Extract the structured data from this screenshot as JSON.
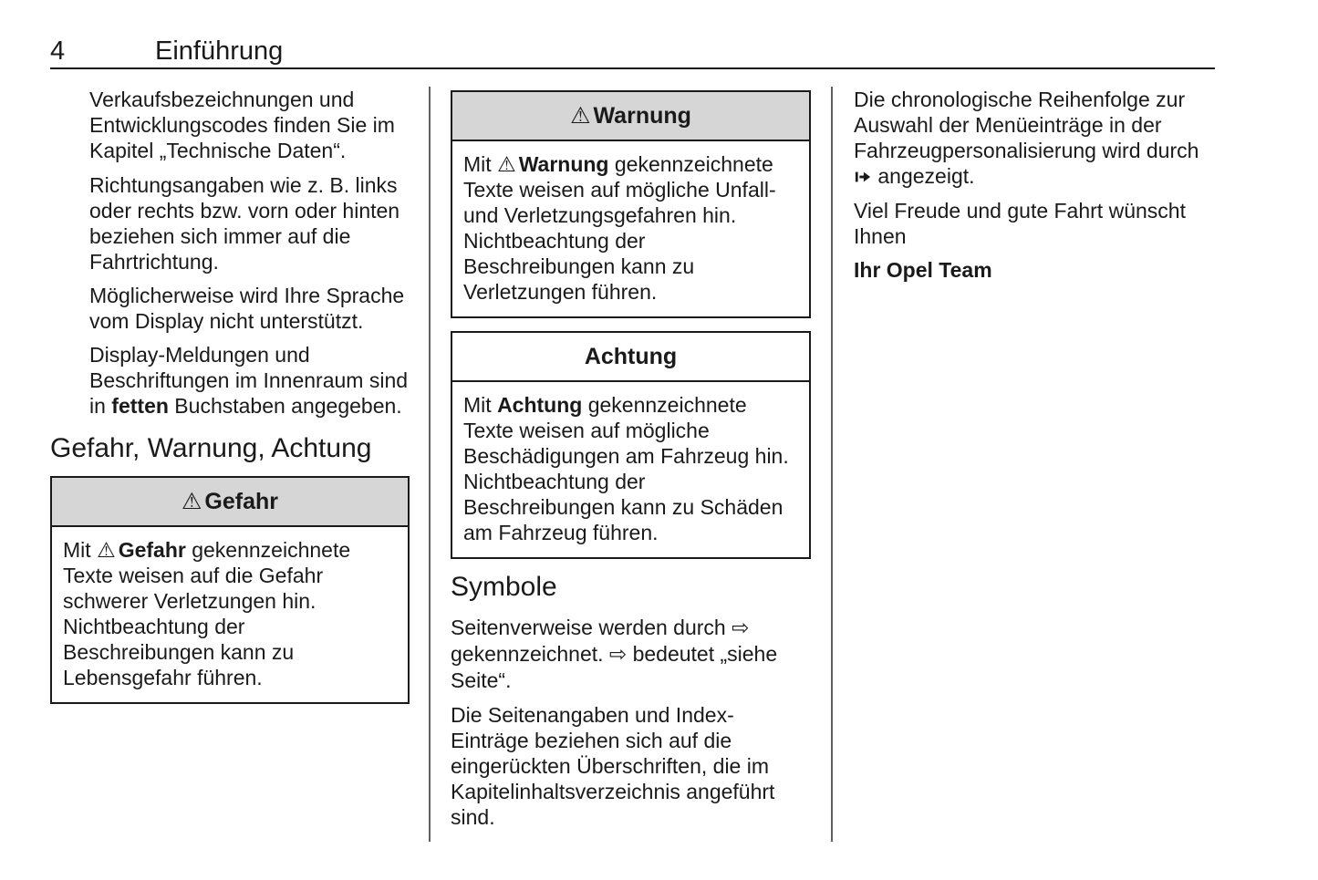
{
  "page_header": {
    "page_number": "4",
    "chapter_title": "Einführung"
  },
  "symbols": {
    "warning_triangle": "⚠",
    "page_ref_arrow": "⇨"
  },
  "column1": {
    "intro_paragraph": "Verkaufsbezeichnungen und Entwicklungscodes finden Sie im Kapitel „Technische Daten“.",
    "bullets": {
      "item1": "Richtungsangaben wie z. B. links oder rechts bzw. vorn oder hinten beziehen sich immer auf die Fahrtrichtung.",
      "item2": "Möglicherweise wird Ihre Sprache vom Display nicht unterstützt.",
      "item3_prefix": "Display-Meldungen und Beschriftungen im Innenraum sind in ",
      "item3_bold": "fetten",
      "item3_suffix": " Buchstaben angegeben."
    },
    "section_heading": "Gefahr, Warnung, Achtung",
    "danger_box": {
      "title": "Gefahr",
      "body_prefix": "Mit ",
      "body_keyword": "Gefahr",
      "body_suffix": " gekennzeichnete Texte weisen auf die Gefahr schwerer Verletzungen hin. Nichtbeachtung der Beschreibungen kann zu Lebensgefahr führen."
    }
  },
  "column2": {
    "warning_box": {
      "title": "Warnung",
      "body_prefix": "Mit ",
      "body_keyword": "Warnung",
      "body_suffix": " gekennzeichnete Texte weisen auf mögliche Unfall- und Verletzungsgefahren hin. Nichtbeachtung der Beschreibungen kann zu Verletzungen führen."
    },
    "caution_box": {
      "title": "Achtung",
      "body_prefix": "Mit ",
      "body_keyword": "Achtung",
      "body_suffix": " gekennzeichnete Texte weisen auf mögliche Beschädigungen am Fahrzeug hin. Nichtbeachtung der Beschreibungen kann zu Schäden am Fahrzeug führen."
    },
    "symbols_heading": "Symbole",
    "symbols_paragraph": {
      "part1": "Seitenverweise werden durch ",
      "part2": " gekennzeichnet. ",
      "part3": " bedeutet „siehe Seite“."
    },
    "pages_paragraph": "Die Seitenangaben und Index-Einträge beziehen sich auf die eingerückten Überschriften, die im Kapitelinhaltsverzeichnis angeführt sind."
  },
  "column3": {
    "personalization_paragraph": {
      "part1": "Die chronologische Reihenfolge zur Auswahl der Menüeinträge in der Fahrzeugpersonalisierung wird durch ",
      "part2": " angezeigt."
    },
    "farewell_paragraph": "Viel Freude und gute Fahrt wünscht Ihnen",
    "signature": "Ihr Opel Team"
  },
  "colors": {
    "box_header_bg": "#d6d6d6",
    "box_border": "#1a1a1a",
    "column_divider": "#606060",
    "text": "#1a1a1a"
  }
}
